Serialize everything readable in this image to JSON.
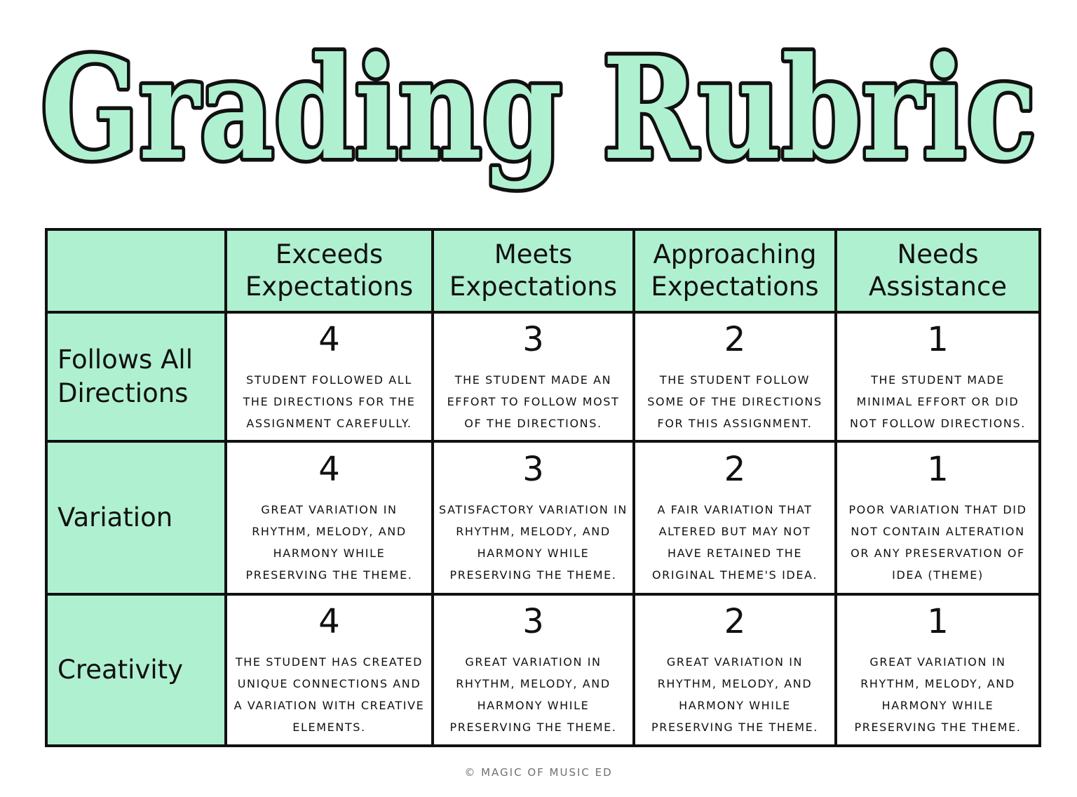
{
  "title": "Grading Rubric",
  "colors": {
    "accent": "#aff0d0",
    "border": "#111111",
    "footer_text": "#707070"
  },
  "header": {
    "corner": "",
    "columns": [
      {
        "line1": "Exceeds",
        "line2": "Expectations"
      },
      {
        "line1": "Meets",
        "line2": "Expectations"
      },
      {
        "line1": "Approaching",
        "line2": "Expectations"
      },
      {
        "line1": "Needs",
        "line2": "Assistance"
      }
    ]
  },
  "rows": [
    {
      "label_line1": "Follows All",
      "label_line2": "Directions",
      "cells": [
        {
          "score": "4",
          "text": "Student followed all the directions for the assignment carefully."
        },
        {
          "score": "3",
          "text": "The student made an effort to follow most of the directions."
        },
        {
          "score": "2",
          "text": "The student follow some of the directions for this assignment."
        },
        {
          "score": "1",
          "text": "The student made minimal effort or did not follow directions."
        }
      ]
    },
    {
      "label_line1": "Variation",
      "label_line2": "",
      "cells": [
        {
          "score": "4",
          "text": "Great variation in rhythm, melody, and harmony while preserving the theme."
        },
        {
          "score": "3",
          "text": "Satisfactory variation in rhythm, melody, and harmony while preserving the theme."
        },
        {
          "score": "2",
          "text": "A fair variation that altered but may not have retained the original theme's idea."
        },
        {
          "score": "1",
          "text": "Poor variation that did not contain alteration or any preservation of idea (theme)"
        }
      ]
    },
    {
      "label_line1": "Creativity",
      "label_line2": "",
      "cells": [
        {
          "score": "4",
          "text": "The student has created unique connections and a variation with creative elements."
        },
        {
          "score": "3",
          "text": "Great variation in rhythm, melody, and harmony while preserving the theme."
        },
        {
          "score": "2",
          "text": "Great variation in rhythm, melody, and harmony while preserving the theme."
        },
        {
          "score": "1",
          "text": "Great variation in rhythm, melody, and harmony while preserving the theme."
        }
      ]
    }
  ],
  "footer": "© MAGIC OF MUSIC ED"
}
